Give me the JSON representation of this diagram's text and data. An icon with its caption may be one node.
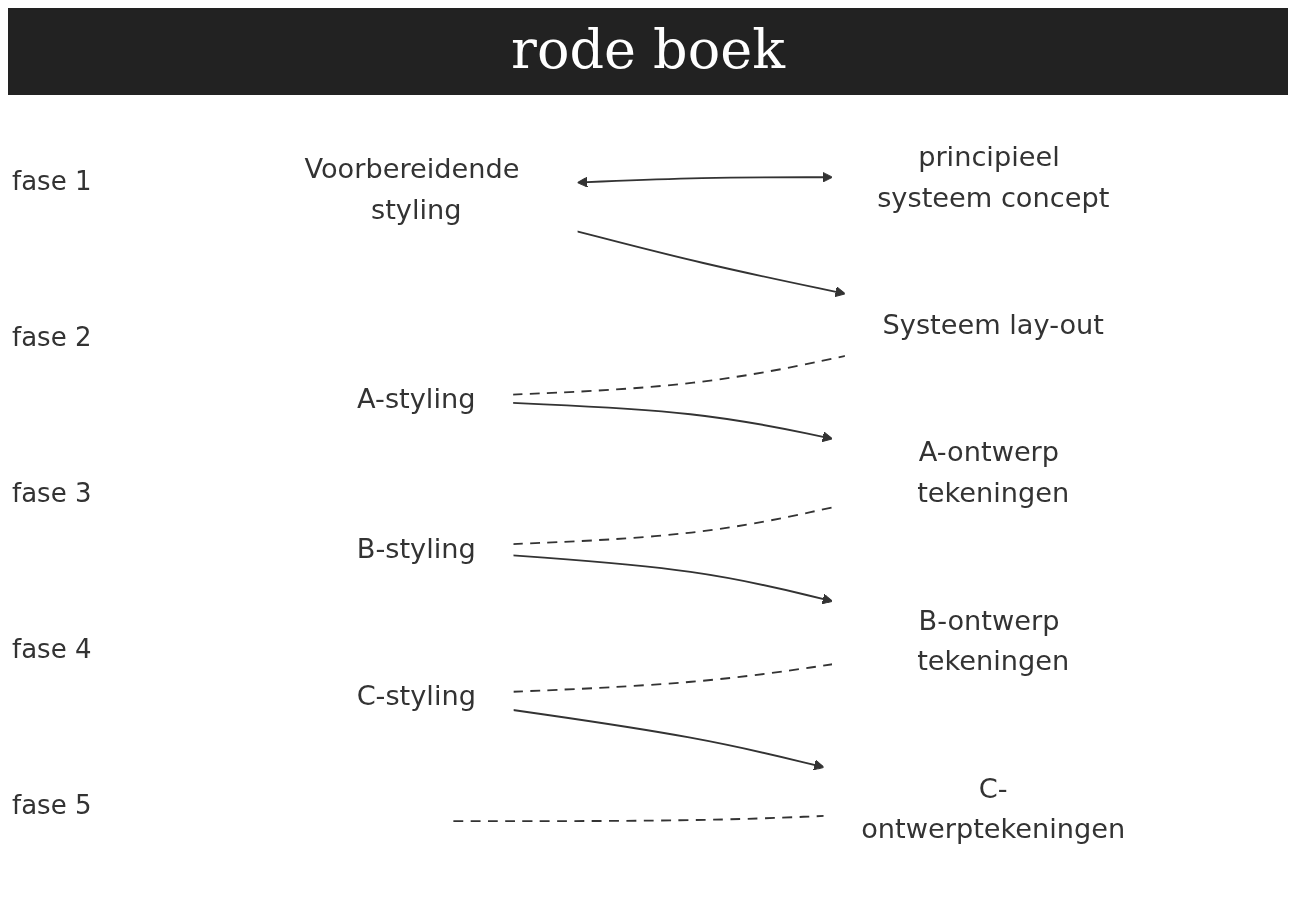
{
  "diagram": {
    "title": "rode boek",
    "nodes": [
      {
        "text": [
          "Voorbereidende styling"
        ]
      },
      {
        "text": [
          "A-styling"
        ]
      },
      {
        "text": [
          "B-styling"
        ]
      },
      {
        "text": [
          "C-styling"
        ]
      },
      {
        "text": [
          "principieel systeem concept"
        ]
      },
      {
        "text": [
          "Systeem lay-out"
        ]
      },
      {
        "text": [
          "A-ontwerp tekeningen"
        ]
      },
      {
        "text": [
          "B-ontwerp tekeningen"
        ]
      },
      {
        "text": [
          "C-ontwerptekeningen"
        ]
      }
    ],
    "edges": [
      {
        "from": 0,
        "to": 4,
        "arrow": "both"
      },
      {
        "from": 0,
        "to": 5,
        "arrow": "to"
      },
      {
        "from": 1,
        "to": 5,
        "arrow": "none",
        "style": "dashed"
      },
      {
        "from": 1,
        "to": 6,
        "arrow": "to"
      },
      {
        "from": 2,
        "to": 6,
        "arrow": "none",
        "style": "dashed"
      },
      {
        "from": 2,
        "to": 7,
        "arrow": "to"
      },
      {
        "from": 3,
        "to": 7,
        "arrow": "none",
        "style": "dashed"
      },
      {
        "from": 3,
        "to": 8,
        "arrow": "to"
      },
      {
        "from": null,
        "to": 8,
        "arrow": "none",
        "style": "dashed"
      }
    ],
    "labels": [
      "fase 1",
      "fase 2",
      "fase 3",
      "fase 4",
      "fase 5"
    ]
  }
}
